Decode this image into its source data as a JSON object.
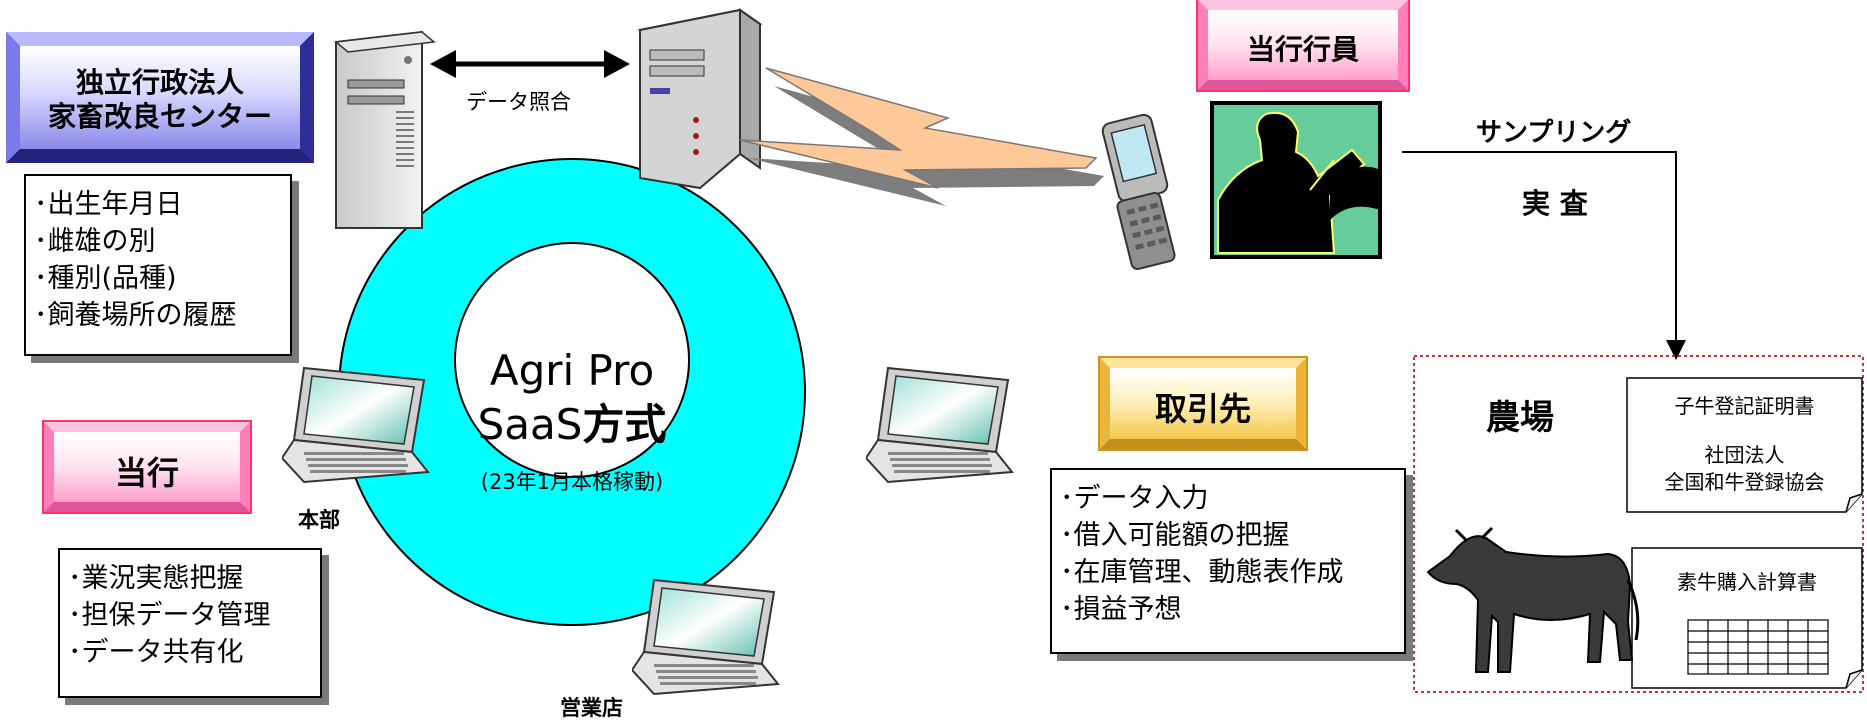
{
  "colors": {
    "ring": "#00ffff",
    "agency_box": "#5a5ad8",
    "pink_box": "#ff99cc",
    "pink_border": "#ff3366",
    "gold_box": "#f0c040",
    "bolt": "#ffc899",
    "picture_bg": "#66cc99",
    "farm_border": "#cc3333"
  },
  "icons": [
    "server-icon",
    "laptop-icon",
    "mobile-phone-icon",
    "inspector-icon",
    "cow-icon",
    "document-icon"
  ],
  "agency": {
    "title_line1": "独立行政法人",
    "title_line2": "家畜改良センター",
    "items": [
      "･出生年月日",
      "･雌雄の別",
      "･種別(品種)",
      "･飼養場所の履歴"
    ]
  },
  "data_match_label": "データ照合",
  "center": {
    "line1": "Agri Pro",
    "line2_prefix": "SaaS",
    "line2_suffix": "方式",
    "line3": "(23年1月本格稼動)"
  },
  "laptops": {
    "hq_label": "本部",
    "branch_label": "営業店"
  },
  "bank": {
    "title": "当行",
    "items": [
      "･業況実態把握",
      "･担保データ管理",
      "･データ共有化"
    ]
  },
  "staff": {
    "title": "当行行員"
  },
  "sampling": {
    "label": "サンプリング",
    "inspection": "実 査"
  },
  "client": {
    "title": "取引先",
    "items": [
      "･データ入力",
      "･借入可能額の把握",
      "･在庫管理、動態表作成",
      "･損益予想"
    ]
  },
  "farm": {
    "title": "農場",
    "doc1_title": "子牛登記証明書",
    "doc1_org_line1": "社団法人",
    "doc1_org_line2": "全国和牛登録協会",
    "doc2_title": "素牛購入計算書"
  }
}
